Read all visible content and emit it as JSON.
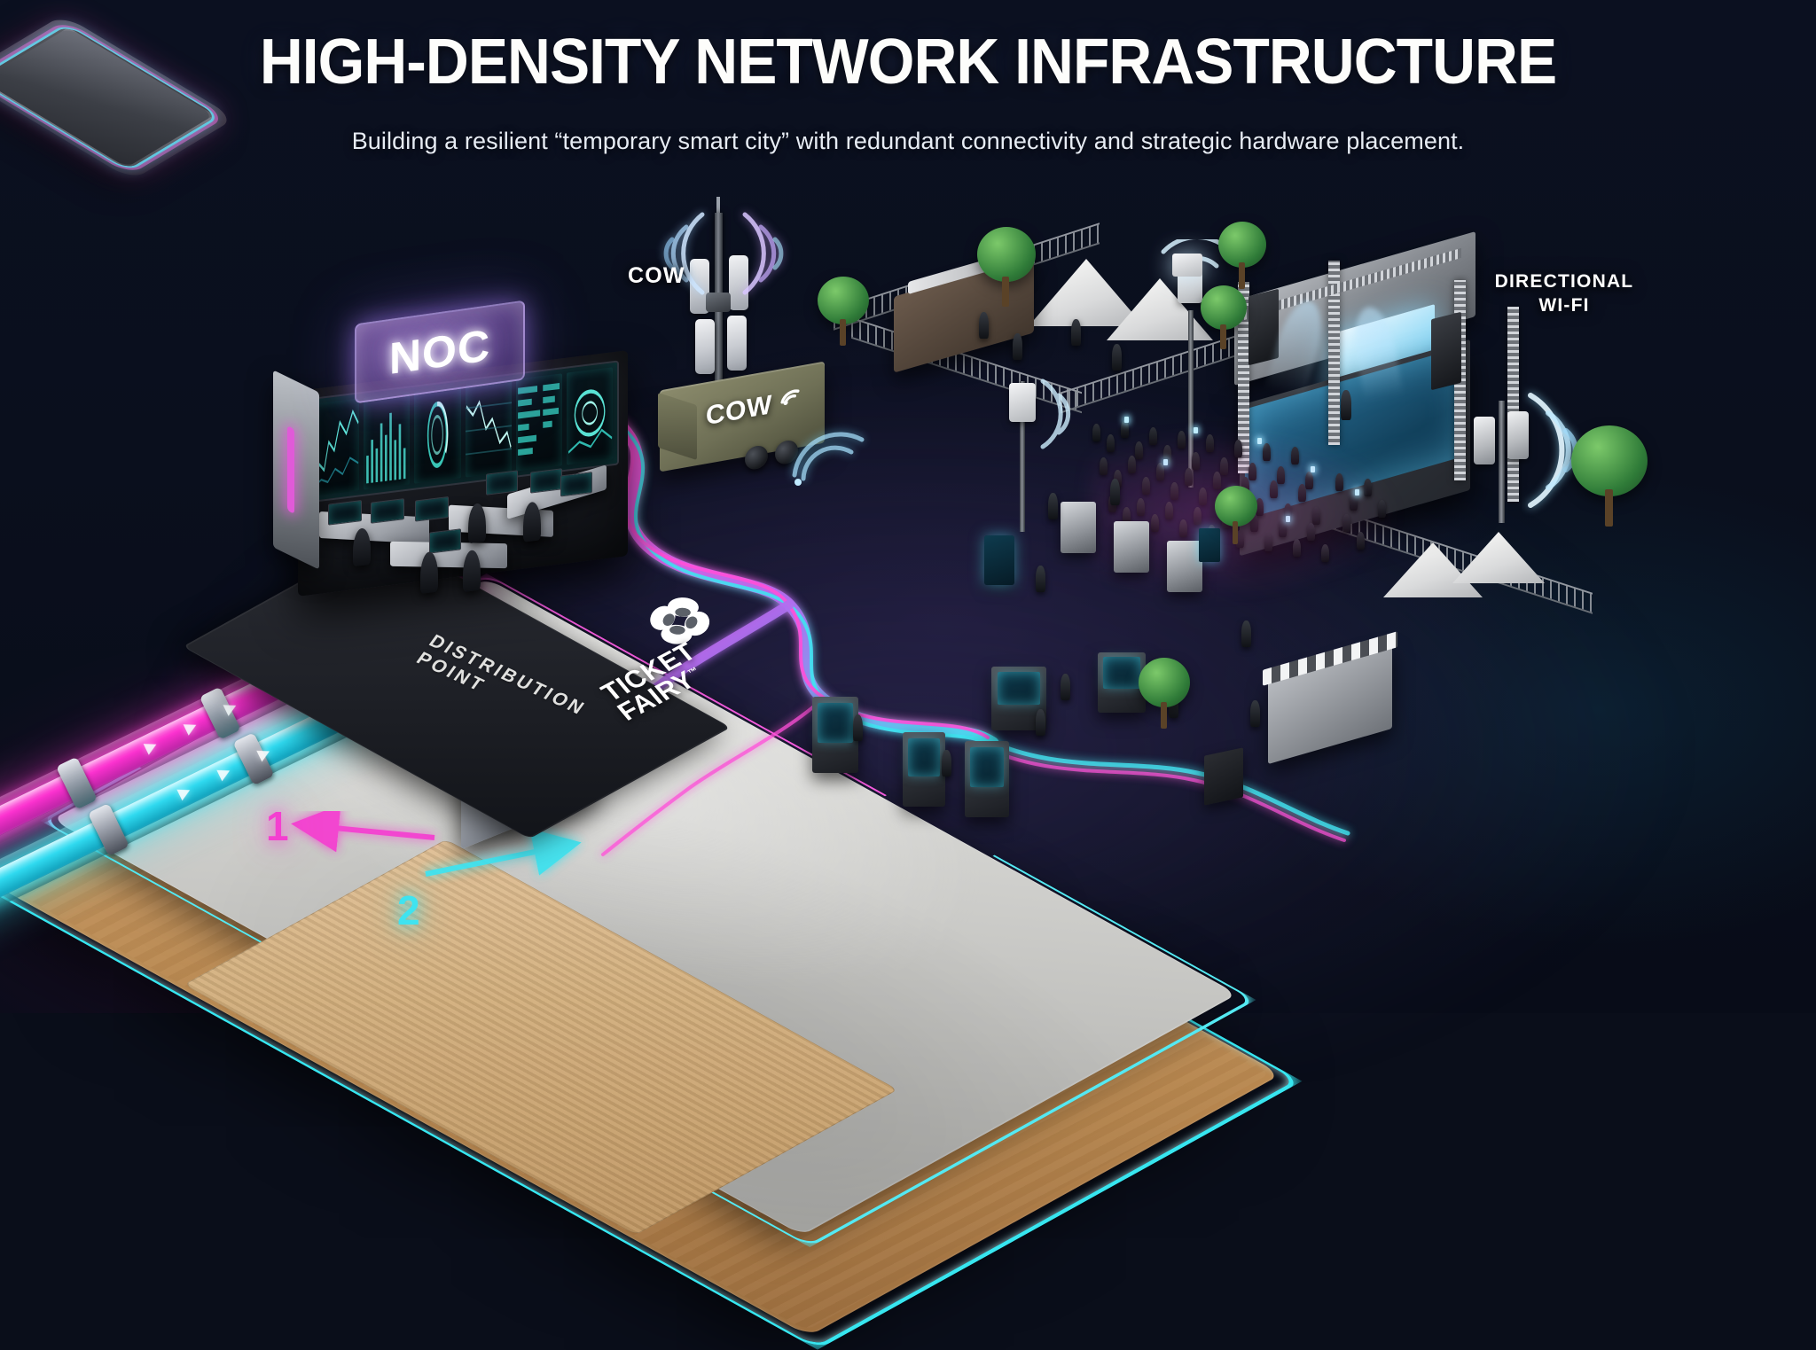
{
  "header": {
    "title": "HIGH-DENSITY NETWORK INFRASTRUCTURE",
    "subtitle": "Building a resilient “temporary smart city” with redundant connectivity and strategic hardware placement."
  },
  "palette": {
    "background": "#0a0e1a",
    "magenta": "#f43fd0",
    "cyan": "#3fe3f0",
    "wood": "#c79a64",
    "concrete": "#d6d6d3",
    "noc_purple": "#9a6ec8",
    "title_text": "#fdfdfb"
  },
  "labels": {
    "noc_sign": "NOC",
    "cow_tower": "COW",
    "cow_trailer": "COW",
    "directional_wifi": "DIRECTIONAL\nWI-FI",
    "distribution_point": "DISTRIBUTION POINT"
  },
  "brand": {
    "name_line1": "TICKET",
    "name_line2": "FAIRY",
    "trademark": "™"
  },
  "callouts": [
    {
      "number": "1",
      "color": "#f43fd0",
      "direction": "outbound-left",
      "label_position": "upper-left-trunk"
    },
    {
      "number": "2",
      "color": "#3fe3f0",
      "direction": "inbound-right",
      "label_position": "lower-right-trunk"
    }
  ],
  "scene": {
    "view": "isometric",
    "base_layers": [
      "wood plinth",
      "concrete platform",
      "wooden event deck"
    ],
    "edge_lighting": {
      "left_front": "#f43fd0",
      "right_front": "#3fe3f0"
    }
  },
  "zones": [
    {
      "id": "noc",
      "name": "Network Operations Center",
      "description": "Cutaway control room with video wall and operator desks"
    },
    {
      "id": "cow",
      "name": "Cell on Wheels",
      "description": "Trailer-mounted mast with sector antennas"
    },
    {
      "id": "distribution",
      "name": "Distribution Point",
      "description": "Central hub chip routing fibre to the venue"
    },
    {
      "id": "vendors",
      "name": "Vendor & Ticketing Deck",
      "description": "Self-service kiosks, POS terminals and food stalls"
    },
    {
      "id": "entry",
      "name": "Entry Gates",
      "description": "Turnstiles and scanning pedestals"
    },
    {
      "id": "stage",
      "name": "Main Stage",
      "description": "Truss stage, LED wall and dense crowd"
    },
    {
      "id": "wifi",
      "name": "Directional Wi-Fi",
      "description": "Mast-mounted sector panels covering the crowd"
    }
  ],
  "noc_wall_panels": 6,
  "crowd_density": "high"
}
